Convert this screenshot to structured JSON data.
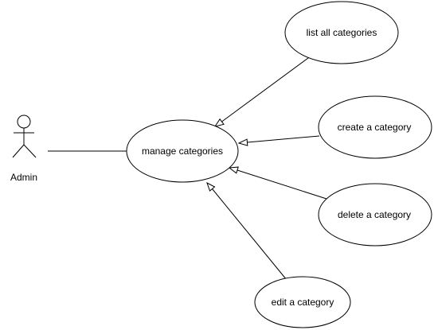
{
  "diagram": {
    "type": "use-case",
    "actor": {
      "label": "Admin"
    },
    "use_cases": {
      "manage": {
        "label": "manage categories"
      },
      "list": {
        "label": "list all categories"
      },
      "create": {
        "label": "create a category"
      },
      "delete": {
        "label": "delete a category"
      },
      "edit": {
        "label": "edit a category"
      }
    },
    "relations": [
      {
        "from": "Admin",
        "to": "manage categories",
        "kind": "association"
      },
      {
        "from": "list all categories",
        "to": "manage categories",
        "kind": "generalization"
      },
      {
        "from": "create a category",
        "to": "manage categories",
        "kind": "generalization"
      },
      {
        "from": "delete a category",
        "to": "manage categories",
        "kind": "generalization"
      },
      {
        "from": "edit a category",
        "to": "manage categories",
        "kind": "generalization"
      }
    ],
    "colors": {
      "stroke": "#000000",
      "fill": "#ffffff",
      "background": "#ffffff"
    }
  }
}
